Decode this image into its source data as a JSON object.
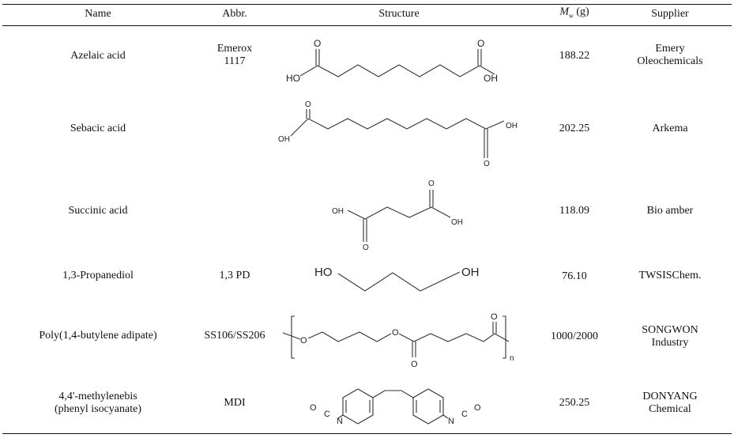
{
  "headers": {
    "name": "Name",
    "abbr": "Abbr.",
    "structure": "Structure",
    "mw_symbol": "M",
    "mw_sub": "w",
    "mw_unit": " (g)",
    "supplier": "Supplier"
  },
  "rows": [
    {
      "name": "Azelaic acid",
      "abbr": "Emerox\n1117",
      "mw": "188.22",
      "supplier": "Emery\nOleochemicals"
    },
    {
      "name": "Sebacic acid",
      "abbr": "",
      "mw": "202.25",
      "supplier": "Arkema"
    },
    {
      "name": "Succinic acid",
      "abbr": "",
      "mw": "118.09",
      "supplier": "Bio amber"
    },
    {
      "name": "1,3-Propanediol",
      "abbr": "1,3 PD",
      "mw": "76.10",
      "supplier": "TWSISChem."
    },
    {
      "name": "Poly(1,4-butylene adipate)",
      "abbr": "SS106/SS206",
      "mw": "1000/2000",
      "supplier": "SONGWON\nIndustry"
    },
    {
      "name": "4,4'-methylenebis\n(phenyl isocyanate)",
      "abbr": "MDI",
      "mw": "250.25",
      "supplier": "DONYANG\nChemical"
    }
  ],
  "atoms": {
    "O": "O",
    "OH": "OH",
    "HO": "HO",
    "N": "N",
    "C": "C",
    "n": "n"
  }
}
